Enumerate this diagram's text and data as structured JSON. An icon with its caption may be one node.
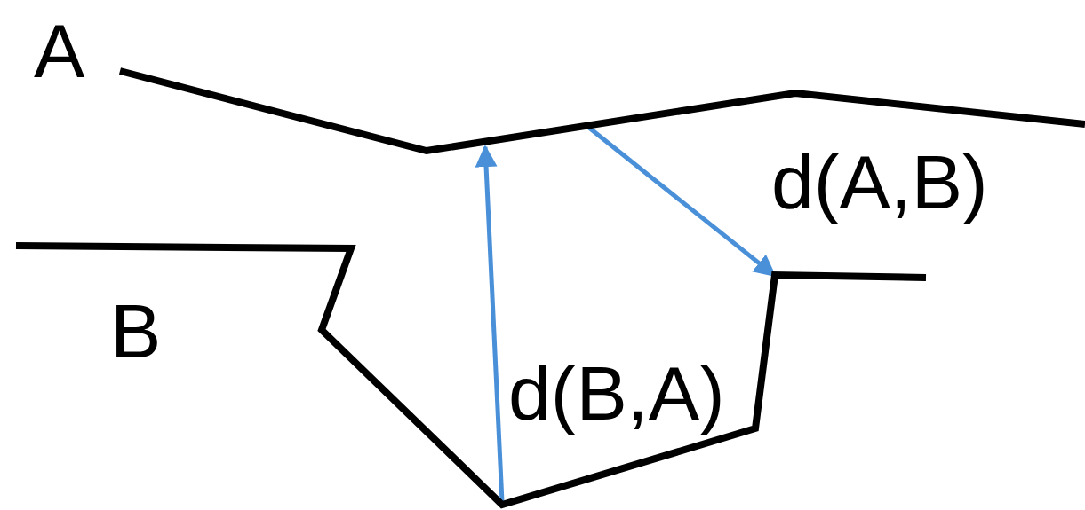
{
  "diagram": {
    "nodes": [
      {
        "text": [
          "A"
        ]
      },
      {
        "text": [
          "B"
        ]
      }
    ],
    "edges": [
      {
        "from": 0,
        "to": 1,
        "arrow": "to",
        "label": "d(A,B)"
      },
      {
        "from": 1,
        "to": 0,
        "arrow": "to",
        "label": "d(B,A)"
      }
    ]
  }
}
